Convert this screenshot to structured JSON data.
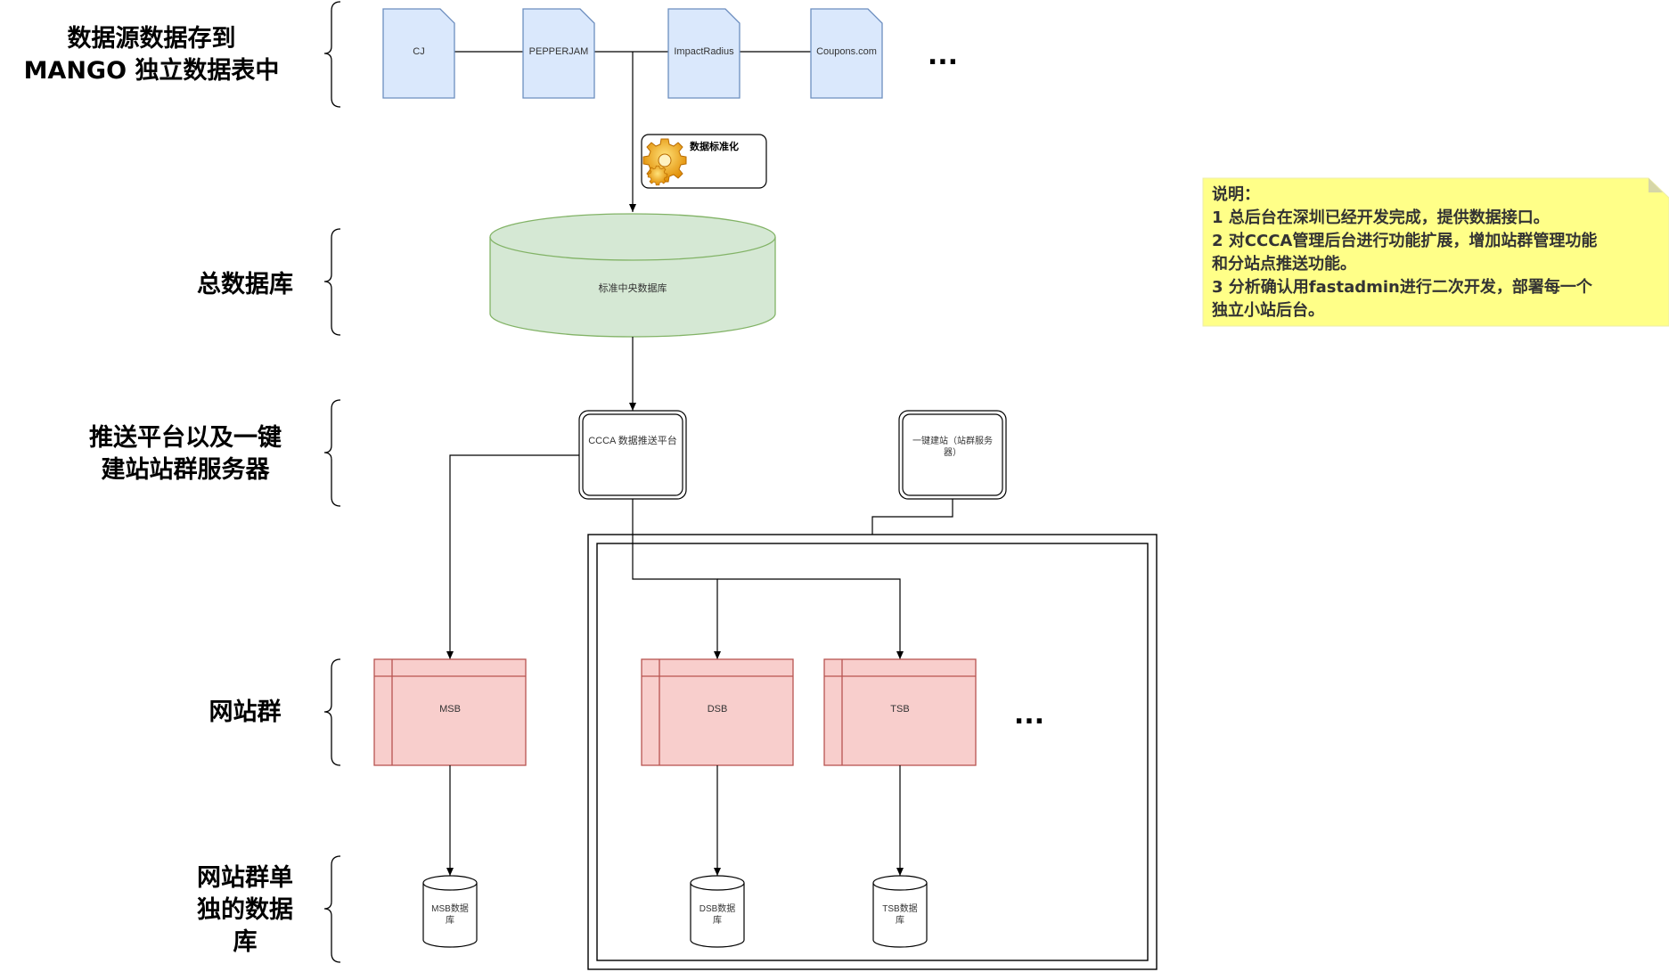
{
  "lanes": {
    "sources": [
      "数据源数据存到",
      "MANGO 独立数据表中"
    ],
    "central_db": [
      "总数据库"
    ],
    "push": [
      "推送平台以及一键",
      "建站站群服务器"
    ],
    "sites": [
      "网站群"
    ],
    "site_dbs": [
      "网站群单",
      "独的数据",
      "库"
    ]
  },
  "sources": [
    "CJ",
    "PEPPERJAM",
    "ImpactRadius",
    "Coupons.com"
  ],
  "ellipsis": "...",
  "normalize": "数据标准化",
  "central_db": "标准中央数据库",
  "push_platform": "CCCA 数据推送平台",
  "site_builder": [
    "一键建站（站群服务",
    "器）"
  ],
  "sites": [
    "MSB",
    "DSB",
    "TSB"
  ],
  "site_dbs": [
    [
      "MSB数据",
      "库"
    ],
    [
      "DSB数据",
      "库"
    ],
    [
      "TSB数据",
      "库"
    ]
  ],
  "note": [
    "说明：",
    "1 总后台在深圳已经开发完成，提供数据接口。",
    "2 对CCCA管理后台进行功能扩展，增加站群管理功能",
    "和分站点推送功能。",
    "3 分析确认用fastadmin进行二次开发，部署每一个",
    "独立小站后台。"
  ],
  "colors": {
    "source_fill": "#dae8fc",
    "source_stroke": "#6c8ebf",
    "db_fill": "#d5e8d4",
    "db_stroke": "#82b366",
    "site_fill": "#f8cecc",
    "site_stroke": "#b85450",
    "note_fill": "#ffff88",
    "note_stroke": "#d6d6a8"
  }
}
